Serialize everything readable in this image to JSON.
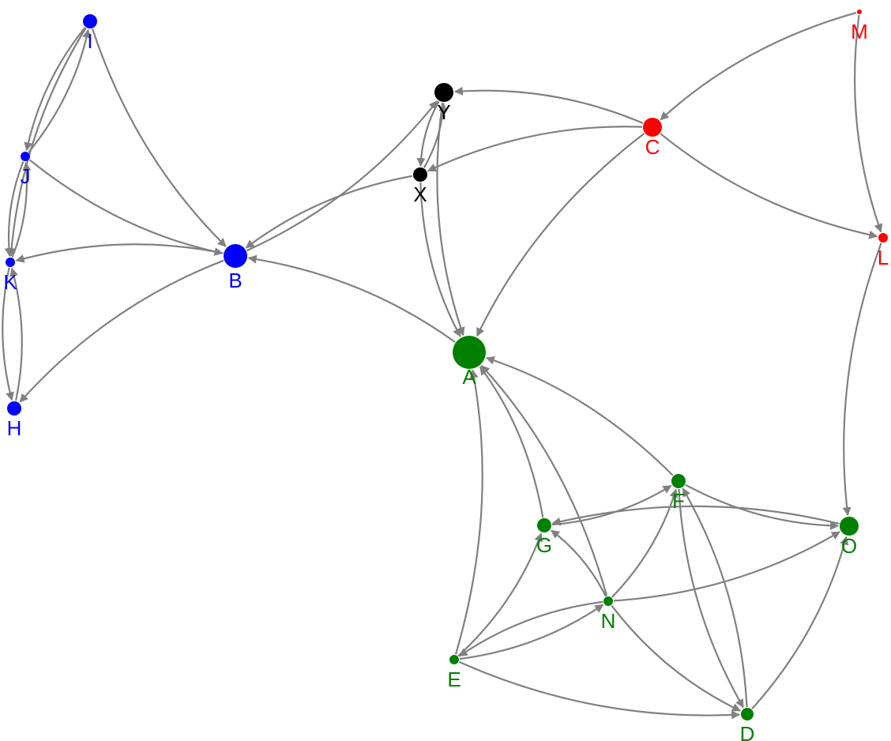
{
  "colors": {
    "edge": "#808080",
    "green": "#008000",
    "blue": "#0000ff",
    "red": "#ff0000",
    "black": "#000000"
  },
  "nodes": [
    {
      "id": "A",
      "label": "A",
      "group": "green"
    },
    {
      "id": "B",
      "label": "B",
      "group": "blue"
    },
    {
      "id": "C",
      "label": "C",
      "group": "red"
    },
    {
      "id": "D",
      "label": "D",
      "group": "green"
    },
    {
      "id": "E",
      "label": "E",
      "group": "green"
    },
    {
      "id": "F",
      "label": "F",
      "group": "green"
    },
    {
      "id": "G",
      "label": "G",
      "group": "green"
    },
    {
      "id": "H",
      "label": "H",
      "group": "blue"
    },
    {
      "id": "I",
      "label": "I",
      "group": "blue"
    },
    {
      "id": "J",
      "label": "J",
      "group": "blue"
    },
    {
      "id": "K",
      "label": "K",
      "group": "blue"
    },
    {
      "id": "L",
      "label": "L",
      "group": "red"
    },
    {
      "id": "M",
      "label": "M",
      "group": "red"
    },
    {
      "id": "N",
      "label": "N",
      "group": "green"
    },
    {
      "id": "O",
      "label": "O",
      "group": "green"
    },
    {
      "id": "X",
      "label": "X",
      "group": "black"
    },
    {
      "id": "Y",
      "label": "Y",
      "group": "black"
    }
  ],
  "edges": [
    {
      "from": "I",
      "to": "J"
    },
    {
      "from": "I",
      "to": "K"
    },
    {
      "from": "I",
      "to": "B"
    },
    {
      "from": "J",
      "to": "I"
    },
    {
      "from": "J",
      "to": "B"
    },
    {
      "from": "J",
      "to": "K"
    },
    {
      "from": "K",
      "to": "J"
    },
    {
      "from": "K",
      "to": "H"
    },
    {
      "from": "H",
      "to": "K"
    },
    {
      "from": "B",
      "to": "K"
    },
    {
      "from": "B",
      "to": "H"
    },
    {
      "from": "B",
      "to": "Y"
    },
    {
      "from": "X",
      "to": "B"
    },
    {
      "from": "A",
      "to": "B"
    },
    {
      "from": "C",
      "to": "Y"
    },
    {
      "from": "C",
      "to": "X"
    },
    {
      "from": "C",
      "to": "A"
    },
    {
      "from": "C",
      "to": "L"
    },
    {
      "from": "M",
      "to": "C"
    },
    {
      "from": "M",
      "to": "L"
    },
    {
      "from": "L",
      "to": "O"
    },
    {
      "from": "Y",
      "to": "X"
    },
    {
      "from": "X",
      "to": "Y"
    },
    {
      "from": "X",
      "to": "A"
    },
    {
      "from": "Y",
      "to": "A"
    },
    {
      "from": "F",
      "to": "A"
    },
    {
      "from": "G",
      "to": "A"
    },
    {
      "from": "N",
      "to": "A"
    },
    {
      "from": "E",
      "to": "A"
    },
    {
      "from": "G",
      "to": "F"
    },
    {
      "from": "F",
      "to": "O"
    },
    {
      "from": "O",
      "to": "G"
    },
    {
      "from": "N",
      "to": "G"
    },
    {
      "from": "N",
      "to": "F"
    },
    {
      "from": "N",
      "to": "O"
    },
    {
      "from": "N",
      "to": "D"
    },
    {
      "from": "F",
      "to": "D"
    },
    {
      "from": "D",
      "to": "F"
    },
    {
      "from": "D",
      "to": "O"
    },
    {
      "from": "E",
      "to": "G"
    },
    {
      "from": "E",
      "to": "N"
    },
    {
      "from": "N",
      "to": "E"
    },
    {
      "from": "E",
      "to": "D"
    }
  ]
}
